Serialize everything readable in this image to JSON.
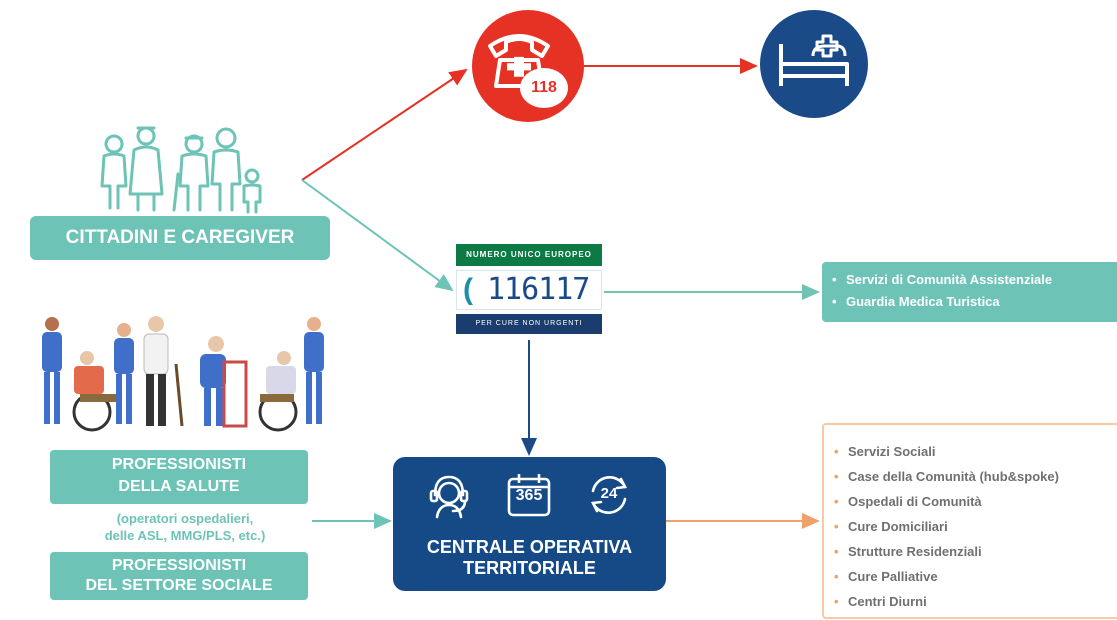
{
  "colors": {
    "teal": "#6cc3b6",
    "red": "#e53225",
    "navy": "#154a86",
    "orange": "#f0a16a",
    "green": "#0c7a44"
  },
  "emergency": {
    "number": "118",
    "phone_icon": "phone-cross-icon",
    "hospital_icon": "hospital-bed-icon"
  },
  "citizens": {
    "label": "CITTADINI E CAREGIVER",
    "icon": "family-group-icon"
  },
  "nue": {
    "top_text": "NUMERO UNICO EUROPEO",
    "number": "116117",
    "bottom_text": "PER CURE NON URGENTI"
  },
  "nue_services": [
    "Servizi di Comunità Assistenziale",
    "Guardia Medica Turistica"
  ],
  "health_professionals": {
    "label_line1": "PROFESSIONISTI",
    "label_line2": "DELLA SALUTE",
    "note_line1": "(operatori ospedalieri,",
    "note_line2": "delle ASL, MMG/PLS, etc.)",
    "illustration": "caregivers-with-elderly-illustration"
  },
  "social_professionals": {
    "label_line1": "PROFESSIONISTI",
    "label_line2": "DEL SETTORE SOCIALE"
  },
  "cot": {
    "title_line1": "CENTRALE OPERATIVA",
    "title_line2": "TERRITORIALE",
    "calendar_text": "365",
    "clock_text": "24",
    "icons": [
      "headset-operator-icon",
      "calendar-365-icon",
      "clock-24-icon"
    ]
  },
  "cot_services": [
    "Servizi Sociali",
    "Case della Comunità (hub&spoke)",
    "Ospedali di Comunità",
    "Cure Domiciliari",
    "Strutture Residenziali",
    "Cure Palliative",
    "Centri Diurni"
  ],
  "bullet": "•"
}
